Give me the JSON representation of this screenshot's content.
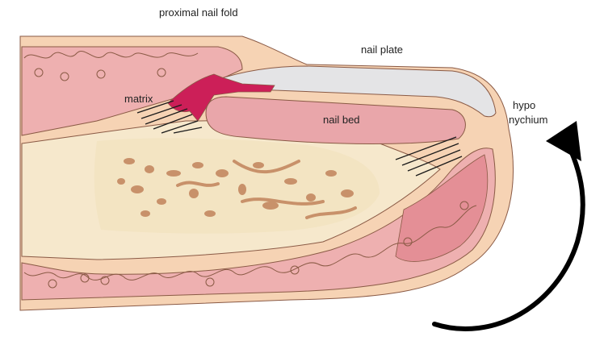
{
  "labels": {
    "proximal_nail_fold": "proximal nail fold",
    "nail_plate": "nail plate",
    "matrix": "matrix",
    "nail_bed": "nail bed",
    "hyponychium_line1": "hypo",
    "hyponychium_line2": "nychium"
  },
  "colors": {
    "skin_outer": "#f6d3b4",
    "dermis_pink": "#eeb0b0",
    "dermis_deep": "#e48f96",
    "bone": "#f6e8cc",
    "bone_spots": "#c8916a",
    "nail_plate": "#e4e4e6",
    "nail_bed": "#e9a6aa",
    "matrix": "#cc1f58",
    "outline": "#8a5a45",
    "arrow": "#000000"
  },
  "icons": {
    "arrow": "curved-arrow-icon"
  }
}
